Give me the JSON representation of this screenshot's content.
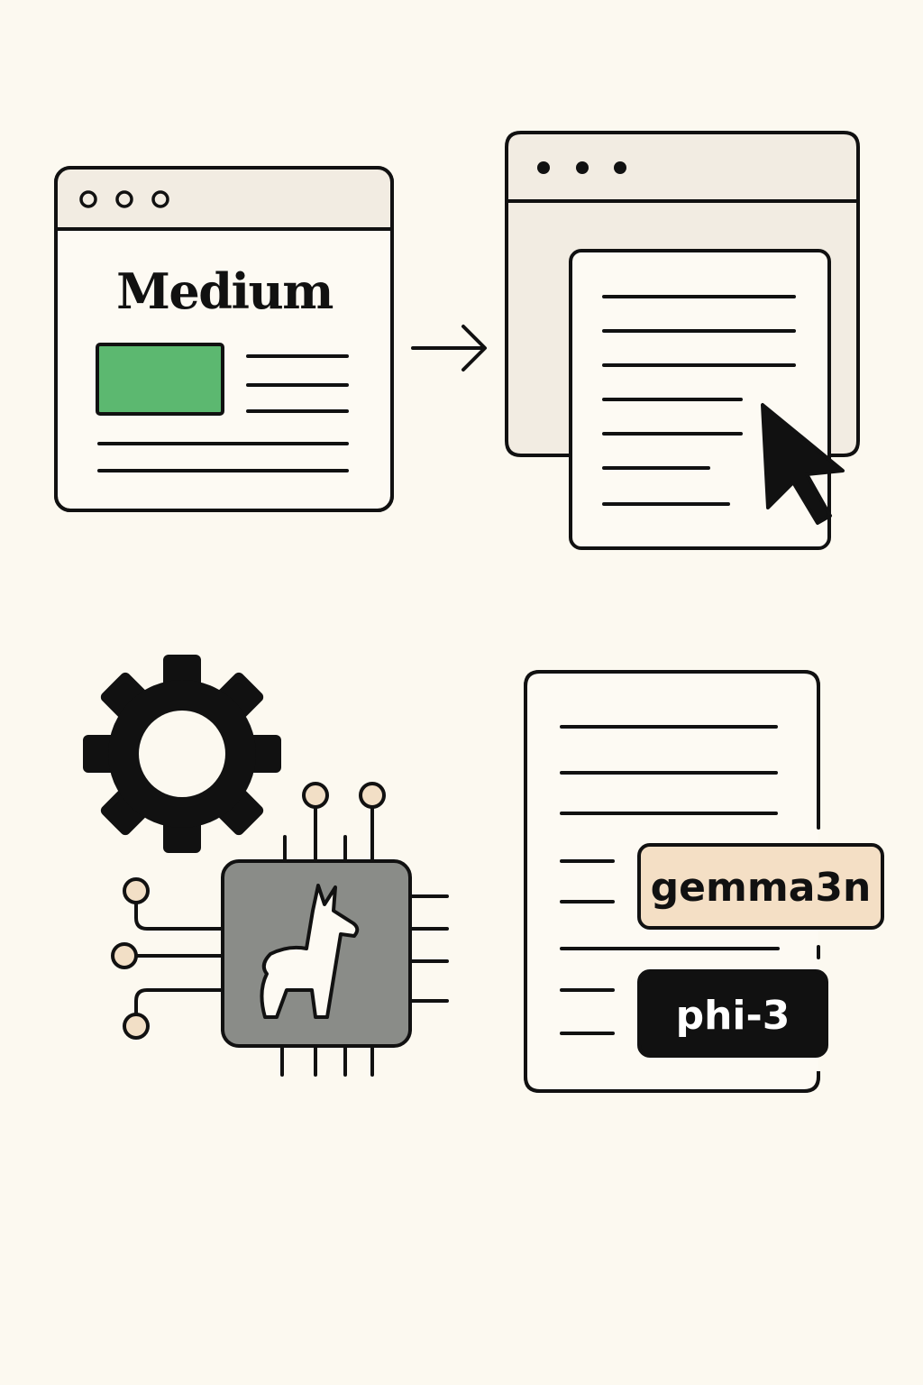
{
  "colors": {
    "background": "#fcf9f0",
    "ink": "#111111",
    "window_titlebar": "#f2ece2",
    "window_body": "#fdfaf3",
    "article_image": "#5cb870",
    "chip_fill": "#8a8c88",
    "pin_fill": "#f2dfc6",
    "gemma_tag_fill": "#f4dfc5",
    "phi_tag_fill": "#111111",
    "phi_tag_text": "#ffffff"
  },
  "medium_window": {
    "brand": "Medium",
    "icons": [
      "window-dots-icon",
      "image-placeholder-icon"
    ]
  },
  "flow_arrow": {
    "icon": "arrow-right-icon"
  },
  "reader_window": {
    "icons": [
      "window-dots-icon",
      "document-icon",
      "mouse-pointer-icon"
    ]
  },
  "local_ai": {
    "icons": [
      "gear-icon",
      "chip-icon",
      "llama-icon"
    ]
  },
  "output_doc": {
    "models": [
      "gemma3n",
      "phi-3"
    ]
  }
}
